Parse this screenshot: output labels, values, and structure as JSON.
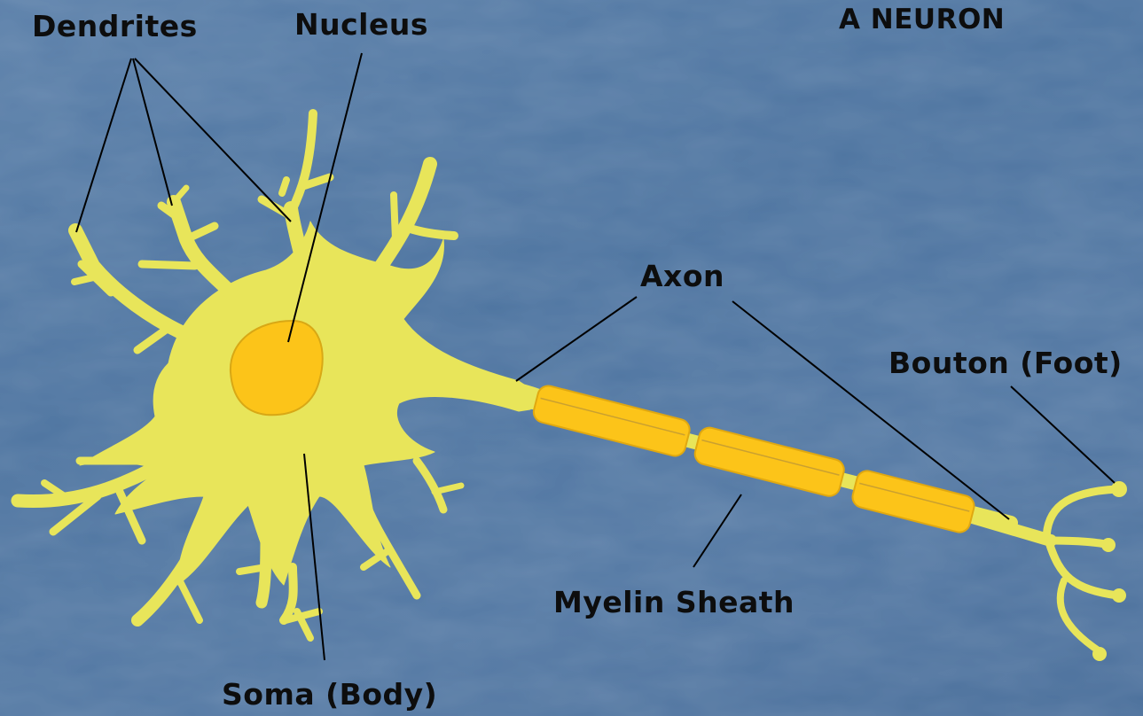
{
  "diagram": {
    "title": "A NEURON",
    "labels": {
      "dendrites": "Dendrites",
      "nucleus": "Nucleus",
      "axon": "Axon",
      "bouton": "Bouton (Foot)",
      "myelin": "Myelin Sheath",
      "soma": "Soma (Body)"
    }
  },
  "colors": {
    "background": "#4f76a2",
    "cell_body": "#e8e55a",
    "nucleus": "#fcc419",
    "myelin": "#fcc419",
    "line": "#000000"
  }
}
